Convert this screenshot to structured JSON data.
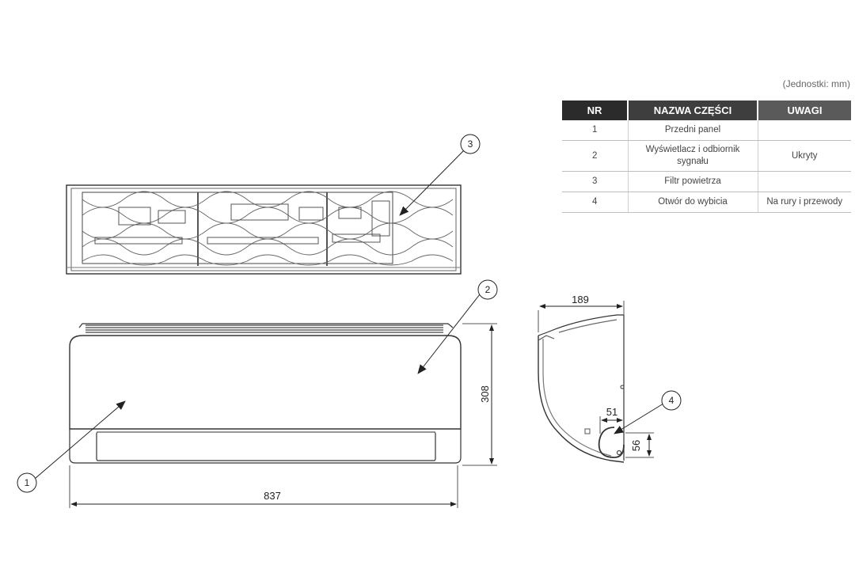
{
  "units_note": "(Jednostki: mm)",
  "table": {
    "headers": [
      "NR",
      "NAZWA CZĘŚCI",
      "UWAGI"
    ],
    "rows": [
      {
        "nr": "1",
        "name": "Przedni panel",
        "note": ""
      },
      {
        "nr": "2",
        "name": "Wyświetlacz i odbiornik sygnału",
        "note": "Ukryty"
      },
      {
        "nr": "3",
        "name": "Filtr powietrza",
        "note": ""
      },
      {
        "nr": "4",
        "name": "Otwór do wybicia",
        "note": "Na rury i przewody"
      }
    ]
  },
  "dimensions": {
    "width": "837",
    "height": "308",
    "depth": "189",
    "hole_offset": "51",
    "hole_height": "56"
  },
  "callouts": {
    "c1": "1",
    "c2": "2",
    "c3": "3",
    "c4": "4"
  }
}
